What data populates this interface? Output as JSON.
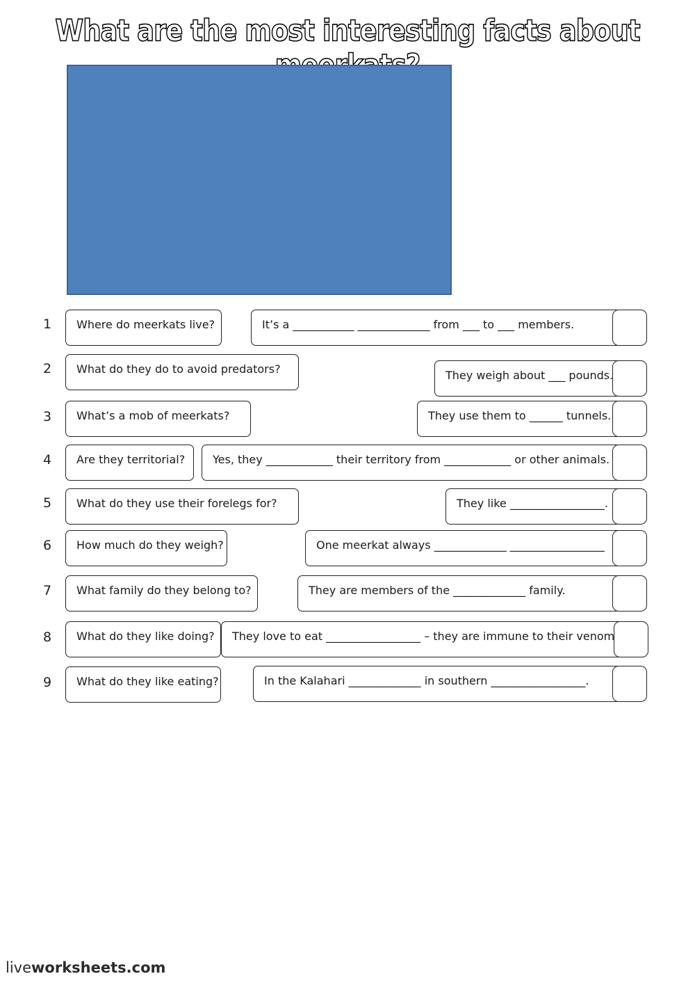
{
  "title": "What are the most interesting facts about meerkats?",
  "numbers": [
    "1",
    "2",
    "3",
    "4",
    "5",
    "6",
    "7",
    "8",
    "9"
  ],
  "questions": [
    "Where do meerkats live?",
    "What do they do to avoid predators?",
    "What’s a mob of meerkats?",
    "Are they territorial?",
    "What do they use their forelegs for?",
    "How much do they weigh?",
    "What family do they belong to?",
    "What do they like doing?",
    "What do they like eating?"
  ],
  "answers": [
    "It’s a ___________  _____________  from ___  to ___ members.",
    "They weigh about ___ pounds.",
    "They use them to ______  tunnels.",
    "Yes, they ____________ their territory from ____________ or other animals.",
    "They like _________________.",
    "One meerkat always _____________  _________________",
    "They are members of the _____________  family.",
    "They love to eat _________________ – they are immune to their venom.",
    "In the Kalahari _____________ in southern  _________________."
  ],
  "footer": {
    "brand_light": "live",
    "brand_bold": "worksheets",
    "brand_tld": ".com"
  }
}
